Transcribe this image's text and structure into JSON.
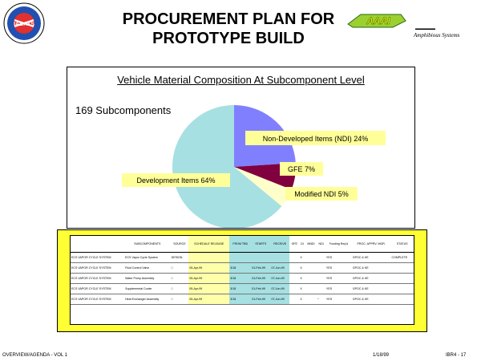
{
  "header": {
    "title_line1": "PROCUREMENT PLAN FOR",
    "title_line2": "PROTOTYPE BUILD",
    "logo_left_text": "IADAYS",
    "logo_right_text": "AAAI",
    "tagline": "Amphibious Systems"
  },
  "chart_data": {
    "type": "pie",
    "title": "Vehicle Material Composition At Subcomponent Level",
    "subtitle": "169 Subcomponents",
    "slices": [
      {
        "label": "Non-Developed Items (NDI)  24%",
        "value": 24,
        "color": "#8080ff"
      },
      {
        "label": "GFE 7%",
        "value": 7,
        "color": "#800040"
      },
      {
        "label": "Modified NDI 5%",
        "value": 5,
        "color": "#ffffcc"
      },
      {
        "label": "Development Items 64%",
        "value": 64,
        "color": "#a6e0e2"
      }
    ]
  },
  "table": {
    "headers": [
      "",
      "SUBCOMPONENTS",
      "SOURCE",
      "SCHEDULE RELEASE",
      "FROM TBD",
      "STARTS",
      "RECEIVE",
      "GFE",
      "DI",
      "MNDI",
      "NDI",
      "Funding Req'd",
      "PROC. APPRV. MGR.",
      "STATUS"
    ],
    "rows": [
      {
        "sys": "ECS VAPOR CYCLE SYSTEM",
        "name": "ECS Vapor Cycle System",
        "source": "DESIGN",
        "sched": "",
        "tbd": "",
        "start": "",
        "recv": "",
        "gfe": "",
        "di": "X",
        "mndi": "",
        "ndi": "",
        "fund": "YES",
        "mgr": "GPOC & KE",
        "status": "COMPLETE"
      },
      {
        "sys": "ECS VAPOR CYCLE SYSTEM",
        "name": "Fluid Control Valve",
        "source": "□",
        "sched": "05-Apr-99",
        "tbd": "3/18",
        "start": "01-Feb-99",
        "recv": "07-Jun-99",
        "gfe": "",
        "di": "X",
        "mndi": "",
        "ndi": "",
        "fund": "YES",
        "mgr": "GPOC & KE",
        "status": ""
      },
      {
        "sys": "ECS VAPOR CYCLE SYSTEM",
        "name": "Water Pump Assembly",
        "source": "□",
        "sched": "05-Apr-99",
        "tbd": "3/18",
        "start": "01-Feb-99",
        "recv": "07-Jun-99",
        "gfe": "",
        "di": "X",
        "mndi": "",
        "ndi": "",
        "fund": "YES",
        "mgr": "GPOC & KE",
        "status": ""
      },
      {
        "sys": "ECS VAPOR CYCLE SYSTEM",
        "name": "Supplemental Cooler",
        "source": "□",
        "sched": "05-Apr-99",
        "tbd": "3/18",
        "start": "01-Feb-99",
        "recv": "07-Jun-99",
        "gfe": "",
        "di": "X",
        "mndi": "",
        "ndi": "",
        "fund": "YES",
        "mgr": "GPOC & KE",
        "status": ""
      },
      {
        "sys": "ECS VAPOR CYCLE SYSTEM",
        "name": "Heat Exchanger Assembly",
        "source": "□",
        "sched": "05-Apr-99",
        "tbd": "3/18",
        "start": "01-Feb-99",
        "recv": "07-Jun-99",
        "gfe": "",
        "di": "X",
        "mndi": "",
        "ndi": "*",
        "fund": "YES",
        "mgr": "GPOC & KE",
        "status": ""
      }
    ]
  },
  "footer": {
    "left": "OVERVIEW/AGENDA - VOL 1",
    "date": "1/18/99",
    "page": "IBR4 - 17"
  }
}
